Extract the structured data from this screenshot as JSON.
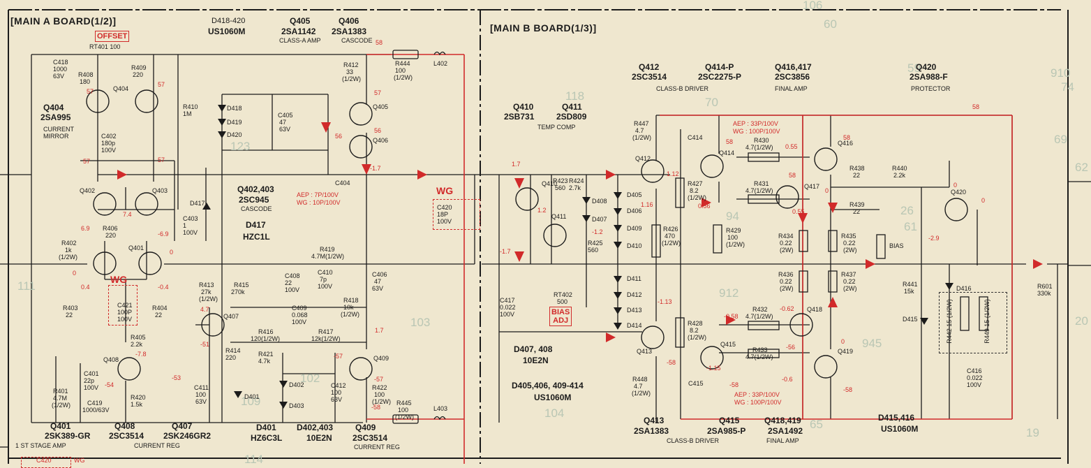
{
  "colors": {
    "paper": "#efe7cf",
    "ink": "#1b1b1b",
    "accent_red": "#d12a2a",
    "ghost": "#b9c6b4"
  },
  "boards": {
    "main_a": "[MAIN A BOARD(1/2)]",
    "main_b": "[MAIN B BOARD(1/3)]"
  },
  "top_labels": {
    "d418_420": "D418-420",
    "us1060m_a": "US1060M",
    "q405": "Q405",
    "q405_part": "2SA1142",
    "q405_role": "CLASS-A AMP",
    "q406": "Q406",
    "q406_part": "2SA1383",
    "q406_role": "CASCODE",
    "offset": "OFFSET",
    "rt401": "RT401 100",
    "q412": "Q412",
    "q412_part": "2SC3514",
    "class_b_driver": "CLASS-B DRIVER",
    "q414": "Q414-P",
    "q414_part": "2SC2275-P",
    "q416": "Q416,417",
    "q416_part": "2SC3856",
    "final_amp": "FINAL AMP",
    "q420": "Q420",
    "q420_part": "2SA988-F",
    "protector": "PROTECTOR",
    "q410": "Q410",
    "q410_part": "2SB731",
    "q411": "Q411",
    "q411_part": "2SD809",
    "temp_comp": "TEMP COMP"
  },
  "component_labels": {
    "c418": "C418",
    "c418_v1": "1000",
    "c418_v2": "63V",
    "r408": "R408",
    "r408_v": "180",
    "r409": "R409",
    "r409_v": "220",
    "q404": "Q404",
    "q404_big": "Q404",
    "q404_part": "2SA995",
    "current_mirror_1": "CURRENT",
    "current_mirror_2": "MIRROR",
    "r410": "R410",
    "r410_v": "1M",
    "c402": "C402",
    "c402_v1": "180p",
    "c402_v2": "100V",
    "q402": "Q402",
    "q403": "Q403",
    "r406": "R406",
    "r406_v": "220",
    "q401": "Q401",
    "r402": "R402",
    "r402_v": "1k",
    "r402_w": "(1/2W)",
    "c421": "C421",
    "c421_v1": "100P",
    "c421_v2": "100V",
    "r403": "R403",
    "r403_v": "22",
    "r404": "R404",
    "r404_v": "22",
    "r405": "R405",
    "r405_v": "2.2k",
    "q408": "Q408",
    "r401": "R401",
    "r401_v": "4.7M",
    "r401_w": "(1/2W)",
    "c401": "C401",
    "c401_v1": "22p",
    "c401_v2": "100V",
    "c419": "C419",
    "c419_v": "1000/63V",
    "r420": "R420",
    "r420_v": "1.5k",
    "d418": "D418",
    "d419": "D419",
    "d420": "D420",
    "c405": "C405",
    "c405_v1": "47",
    "c405_v2": "63V",
    "c404": "C404",
    "q402_403": "Q402,403",
    "q402_403_part": "2SC945",
    "cascode": "CASCODE",
    "d417": "D417",
    "c403": "C403",
    "c403_v1": "1",
    "c403_v2": "100V",
    "d417_big": "D417",
    "hzc1l": "HZC1L",
    "r412": "R412",
    "r412_v": "33",
    "r412_w": "(1/2W)",
    "r444": "R444",
    "r444_v": "100",
    "r444_w": "(1/2W)",
    "l402": "L402",
    "q405_sym": "Q405",
    "q406_sym": "Q406",
    "aep_1": "AEP : 7P/100V",
    "wg_1": "WG : 10P/100V",
    "wg": "WG",
    "c420": "C420",
    "c420_v1": "18P",
    "c420_v2": "100V",
    "r413": "R413",
    "r413_v": "27k",
    "r413_w": "(1/2W)",
    "r415": "R415",
    "r415_v": "270k",
    "q407": "Q407",
    "r414": "R414",
    "r414_v": "220",
    "c408": "C408",
    "c408_v1": "22",
    "c408_v2": "100V",
    "r419": "R419",
    "r419_v": "4.7M(1/2W)",
    "c410": "C410",
    "c410_v1": "7p",
    "c410_v2": "100V",
    "c409": "C409",
    "c409_v1": "0.068",
    "c409_v2": "100V",
    "r418": "R418",
    "r418_v": "10k",
    "r418_w": "(1/2W)",
    "r416": "R416",
    "r416_v": "120(1/2W)",
    "r417": "R417",
    "r417_v": "12k(1/2W)",
    "r421": "R421",
    "r421_v": "4.7k",
    "d402": "D402",
    "d403": "D403",
    "c411": "C411",
    "c411_v1": "100",
    "c411_v2": "63V",
    "d401": "D401",
    "c412": "C412",
    "c412_v1": "100",
    "c412_v2": "63V",
    "c406": "C406",
    "c406_v1": "47",
    "c406_v2": "63V",
    "q409": "Q409",
    "r422": "R422",
    "r422_v": "100",
    "r422_w": "(1/2W)",
    "r445": "R445",
    "r445_v": "100",
    "r445_w": "(1/2W)",
    "l403": "L403",
    "r423": "R423",
    "r423_v": "560",
    "r424": "R424",
    "r424_v": "2.7k",
    "d408": "D408",
    "d407": "D407",
    "r425": "R425",
    "r425_v": "560",
    "q410_sym": "Q410",
    "q411_sym": "Q411",
    "c417": "C417",
    "c417_v1": "0.022",
    "c417_v2": "100V",
    "rt402": "RT402",
    "rt402_v": "500",
    "bias_adj_1": "BIAS",
    "bias_adj_2": "ADJ",
    "d405": "D405",
    "d406": "D406",
    "d409": "D409",
    "d410": "D410",
    "d411": "D411",
    "d412": "D412",
    "d413": "D413",
    "d414": "D414",
    "r447": "R447",
    "r447_v1": "4.7",
    "r447_v2": "(1/2W)",
    "q412_sym": "Q412",
    "c414": "C414",
    "q414_sym": "Q414",
    "aep_2": "AEP : 33P/100V",
    "wg_2": "WG : 100P/100V",
    "r430": "R430",
    "r430_v": "4.7(1/2W)",
    "r431": "R431",
    "r431_v": "4.7(1/2W)",
    "q416_sym": "Q416",
    "q417_sym": "Q417",
    "r427": "R427",
    "r427_v1": "8.2",
    "r427_v2": "(1/2W)",
    "r426": "R426",
    "r426_v1": "470",
    "r426_v2": "(1/2W)",
    "r429": "R429",
    "r429_v1": "100",
    "r429_v2": "(1/2W)",
    "r438": "R438",
    "r438_v": "22",
    "r440": "R440",
    "r440_v": "2.2k",
    "r439": "R439",
    "r439_v": "22",
    "r434": "R434",
    "r434_v1": "0.22",
    "r434_v2": "(2W)",
    "r435": "R435",
    "r435_v1": "0.22",
    "r435_v2": "(2W)",
    "bias": "BIAS",
    "q420_sym": "Q420",
    "r436": "R436",
    "r436_v1": "0.22",
    "r436_v2": "(2W)",
    "r437": "R437",
    "r437_v1": "0.22",
    "r437_v2": "(2W)",
    "r441": "R441",
    "r441_v": "15k",
    "d416": "D416",
    "d415": "D415",
    "r442": "R442 15 (1/2W)",
    "r449": "R449 15 (1/2W)",
    "r601": "R601",
    "r601_v": "330k",
    "c416": "C416",
    "c416_v1": "0.022",
    "c416_v2": "100V",
    "q413_sym": "Q413",
    "r428": "R428",
    "r428_v1": "8.2",
    "r428_v2": "(1/2W)",
    "r432": "R432",
    "r432_v": "4.7(1/2W)",
    "r433": "R433",
    "r433_v": "4.7(1/2W)",
    "q418_sym": "Q418",
    "q419_sym": "Q419",
    "q415_sym": "Q415",
    "r448": "R448",
    "r448_v1": "4.7",
    "r448_v2": "(1/2W)",
    "c415": "C415",
    "aep_3": "AEP : 33P/100V",
    "wg_3": "WG : 100P/100V"
  },
  "voltages": {
    "v58_top": "58",
    "v57_a": "57",
    "v57_b": "57",
    "v57_c": "57",
    "v57_d": "57",
    "v57_e": "57",
    "v56": "56",
    "v56_b": "56",
    "v_1_7_top": "-1.7",
    "v_6_9_a": "6.9",
    "v_7_4": "7.4",
    "v_6_9_b": "-6.9",
    "v0_a": "0",
    "v0_b": "0",
    "v04_a": "0.4",
    "v04_b": "-0.4",
    "v_7_8": "-7.8",
    "v_54": "-54",
    "v_53": "-53",
    "v_51": "-51",
    "v_4_7": "4.7",
    "v1_7": "1.7",
    "v_57": "-57",
    "v_57b": "-57",
    "v_58": "-58",
    "v1_7b": "1.7",
    "v1_7c": "-1.7",
    "v1_2": "1.2",
    "v_1_2": "-1.2",
    "v58_b": "58",
    "v58_c": "58",
    "v58_d": "58",
    "v58_e": "58",
    "v1_12": "1.12",
    "v1_16": "1.16",
    "v0_56": "0.56",
    "v0_55": "0.55",
    "v0_55b": "0.55",
    "v0_c": "0",
    "v0_d": "0",
    "v0_e": "0",
    "v_2_9": "-2.9",
    "v_1_13": "-1.13",
    "v_0_58": "-0.58",
    "v_0_62": "-0.62",
    "v_56": "-56",
    "v_0_6": "-0.6",
    "v_58b": "-58",
    "v_1_15": "-1.15",
    "v_58c": "-58",
    "v_58d": "-58",
    "v0_f": "0"
  },
  "bottom_labels": {
    "q401": "Q401",
    "q401_part": "2SK389-GR",
    "first_stage": "1 ST STAGE AMP",
    "q408": "Q408",
    "q408_part": "2SC3514",
    "current_reg": "CURRENT REG",
    "q407": "Q407",
    "q407_part": "2SK246GR2",
    "d401": "D401",
    "d401_part": "HZ6C3L",
    "d402_403": "D402,403",
    "d402_403_part": "10E2N",
    "q409": "Q409",
    "q409_part": "2SC3514",
    "current_reg_2": "CURRENT REG",
    "d407_408": "D407, 408",
    "d407_408_part": "10E2N",
    "d405_414": "D405,406, 409-414",
    "us1060m_b": "US1060M",
    "q413": "Q413",
    "q413_part": "2SA1383",
    "class_b_driver_2": "CLASS-B DRIVER",
    "q415": "Q415",
    "q415_part": "2SA985-P",
    "q418_419": "Q418,419",
    "q418_419_part": "2SA1492",
    "final_amp_2": "FINAL AMP",
    "d415_416": "D415,416",
    "d415_416_part": "US1060M",
    "c420_bottom": "C420",
    "wg_bottom": "WG"
  },
  "background_text": {
    "g1": "106",
    "g2": "60",
    "g3": "59",
    "g4": "70",
    "g5": "118",
    "g6": "69",
    "g7": "61",
    "g8": "94",
    "g9": "104",
    "g10": "65",
    "g11": "123",
    "g12": "945",
    "g13": "912",
    "g14": "103",
    "g15": "102",
    "g16": "109",
    "g17": "111",
    "g18": "114",
    "g19": "20",
    "g20": "19",
    "g21": "26",
    "g22": "62",
    "g23": "74",
    "g24": "910"
  }
}
